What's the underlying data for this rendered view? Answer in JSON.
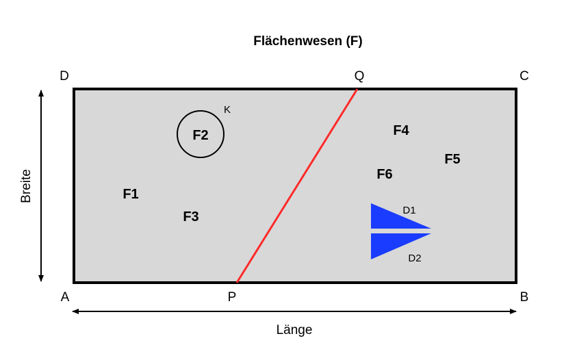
{
  "title": "Flächenwesen (F)",
  "corners": {
    "A": "A",
    "B": "B",
    "C": "C",
    "D": "D"
  },
  "line_points": {
    "P": "P",
    "Q": "Q"
  },
  "axes": {
    "length_label": "Länge",
    "width_label": "Breite"
  },
  "regions": {
    "F1": "F1",
    "F2": "F2",
    "F3": "F3",
    "F4": "F4",
    "F5": "F5",
    "F6": "F6"
  },
  "circle_label": "K",
  "triangles": {
    "D1": "D1",
    "D2": "D2"
  },
  "colors": {
    "rect_fill": "#d8d8d8",
    "rect_stroke": "#000000",
    "line": "#ff2a2a",
    "triangle": "#1a3cff"
  }
}
